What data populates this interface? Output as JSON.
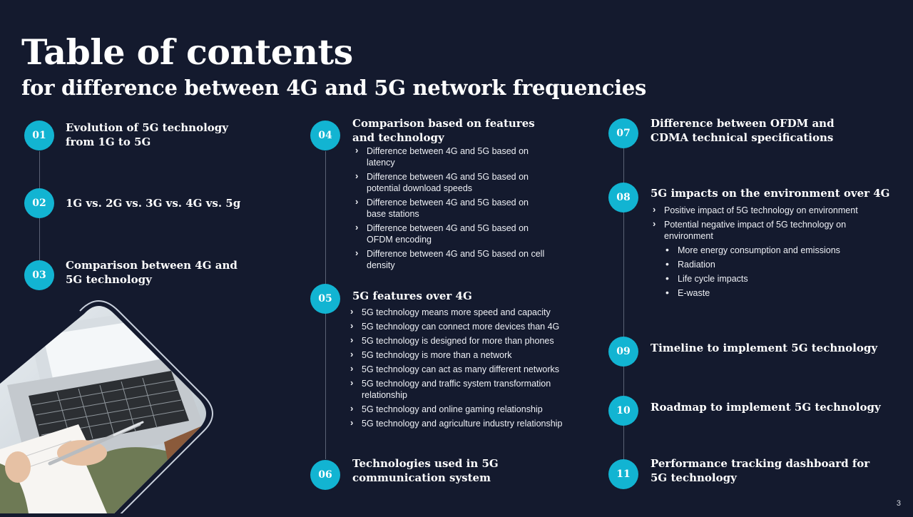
{
  "header": {
    "title": "Table of contents",
    "subtitle": "for difference between 4G and 5G network frequencies"
  },
  "items": [
    {
      "num": "01",
      "title": "Evolution of 5G technology",
      "title2": "from 1G to 5G"
    },
    {
      "num": "02",
      "title": "1G vs. 2G vs. 3G vs. 4G vs. 5g",
      "title2": ""
    },
    {
      "num": "03",
      "title": "Comparison between 4G and",
      "title2": "5G technology"
    },
    {
      "num": "04",
      "title": "Comparison based on features",
      "title2": "and technology",
      "subs": [
        [
          "Difference  between  4G and 5G based on",
          "latency"
        ],
        [
          "Difference  between  4G and 5G based on",
          "potential download speeds"
        ],
        [
          "Difference  between  4G and 5G based on",
          "base stations"
        ],
        [
          "Difference  between  4G and 5G based on",
          "OFDM encoding"
        ],
        [
          "Difference  between  4G and 5G based on cell",
          "density"
        ]
      ]
    },
    {
      "num": "05",
      "title": "5G features over 4G",
      "title2": "",
      "subs": [
        [
          "5G technology means more speed and capacity"
        ],
        [
          "5G technology can connect more devices  than 4G"
        ],
        [
          "5G technology is designed for more than phones"
        ],
        [
          "5G technology is more than a network"
        ],
        [
          "5G technology can act as many different  networks"
        ],
        [
          "5G technology and traffic system transformation",
          "relationship"
        ],
        [
          "5G technology and online gaming relationship"
        ],
        [
          "5G technology and agriculture industry relationship"
        ]
      ]
    },
    {
      "num": "06",
      "title": "Technologies used in 5G",
      "title2": "communication system"
    },
    {
      "num": "07",
      "title": "Difference  between  OFDM  and",
      "title2": "CDMA  technical specifications"
    },
    {
      "num": "08",
      "title": "5G impacts on the environment over 4G",
      "title2": "",
      "subs": [
        [
          "Positive impact of 5G technology on environment"
        ],
        [
          "Potential negative  impact of 5G technology on",
          "environment"
        ]
      ],
      "bullets": [
        "More energy consumption and emissions",
        "Radiation",
        "Life cycle impacts",
        "E-waste"
      ]
    },
    {
      "num": "09",
      "title": "Timeline to implement 5G technology",
      "title2": ""
    },
    {
      "num": "10",
      "title": "Roadmap to implement 5G technology",
      "title2": ""
    },
    {
      "num": "11",
      "title": "Performance tracking dashboard for",
      "title2": "5G technology"
    }
  ],
  "page_number": "3",
  "colors": {
    "background": "#141a2e",
    "accent": "#12b4d2",
    "connector": "#5b6275"
  }
}
